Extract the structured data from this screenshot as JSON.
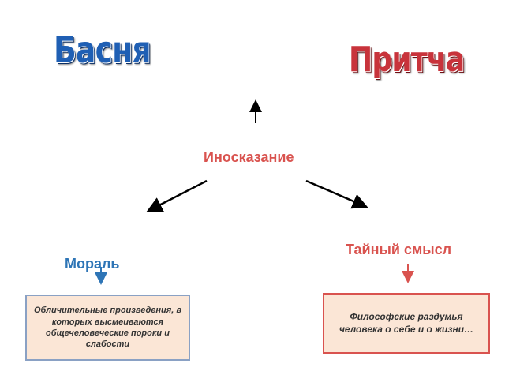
{
  "titles": {
    "left": "Басня",
    "right": "Притча"
  },
  "center_label": "Иносказание",
  "left_branch": {
    "label": "Мораль",
    "description": "Обличительные произведения, в которых высмеиваются общечеловеческие пороки и слабости"
  },
  "right_branch": {
    "label": "Тайный смысл",
    "description": "Философские раздумья человека о себе и о жизни…"
  },
  "colors": {
    "blue_title": "#1f5fb4",
    "red_title": "#c8333b",
    "red_label": "#d9534f",
    "blue_label": "#2e75b6",
    "box_fill": "#fbe6d6"
  }
}
